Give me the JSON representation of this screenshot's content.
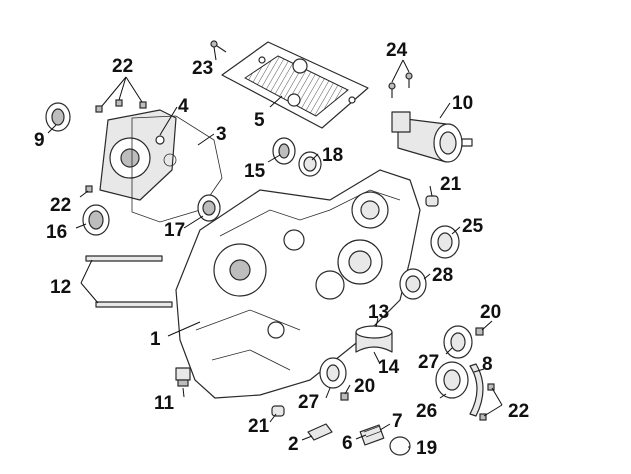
{
  "callouts": {
    "c1": "1",
    "c2": "2",
    "c3": "3",
    "c4": "4",
    "c5": "5",
    "c6": "6",
    "c7": "7",
    "c8": "8",
    "c9": "9",
    "c10": "10",
    "c11": "11",
    "c12": "12",
    "c13": "13",
    "c14": "14",
    "c15": "15",
    "c16": "16",
    "c17": "17",
    "c18": "18",
    "c19": "19",
    "c20a": "20",
    "c20b": "20",
    "c21a": "21",
    "c21b": "21",
    "c22a": "22",
    "c22b": "22",
    "c22c": "22",
    "c23": "23",
    "c24": "24",
    "c25": "25",
    "c26": "26",
    "c27a": "27",
    "c27b": "27",
    "c28": "28"
  }
}
